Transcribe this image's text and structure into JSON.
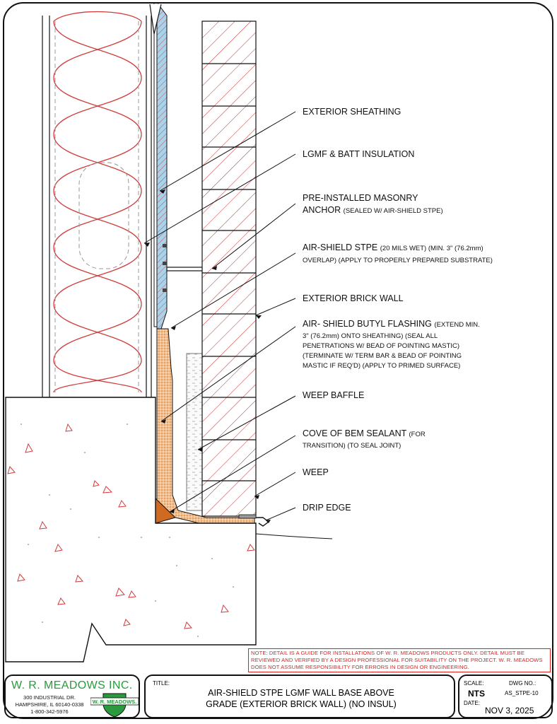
{
  "labels": {
    "exterior_sheathing": "EXTERIOR SHEATHING",
    "lgmf_batt": "LGMF & BATT INSULATION",
    "masonry_anchor_1": "PRE-INSTALLED MASONRY",
    "masonry_anchor_2": "ANCHOR",
    "masonry_anchor_note": "(SEALED W/ AIR-SHIELD STPE)",
    "stpe_1": "AIR-SHIELD STPE",
    "stpe_1_note": "(20 MILS WET) (MIN. 3\" (76.2mm)",
    "stpe_2": "OVERLAP) (APPLY TO PROPERLY PREPARED SUBSTRATE)",
    "brick_wall": "EXTERIOR BRICK WALL",
    "butyl_1": "AIR- SHIELD BUTYL FLASHING",
    "butyl_1_note": "(EXTEND MIN.",
    "butyl_2": "3\" (76.2mm) ONTO SHEATHING) (SEAL ALL",
    "butyl_3": "PENETRATIONS W/ BEAD OF POINTING MASTIC)",
    "butyl_4": "(TERMINATE W/ TERM BAR & BEAD OF POINTING",
    "butyl_5": "MASTIC IF REQ'D) (APPLY TO PRIMED SURFACE)",
    "weep_baffle": "WEEP BAFFLE",
    "cove_1": "COVE OF BEM SEALANT",
    "cove_1_note": "(FOR",
    "cove_2": "TRANSITION) (TO SEAL JOINT)",
    "weep": "WEEP",
    "drip_edge": "DRIP EDGE"
  },
  "note": "NOTE: DETAIL IS A GUIDE FOR INSTALLATIONS OF W. R. MEADOWS PRODUCTS ONLY. DETAIL MUST BE REVIEWED AND VERIFIED BY A DESIGN PROFESSIONAL FOR SUITABILITY ON THE PROJECT. W. R. MEADOWS DOES NOT ASSUME RESPONSIBILITY FOR ERRORS IN DESIGN OR ENGINEERING.",
  "company": {
    "name": "W. R. MEADOWS INC.",
    "address_1": "300 INDUSTRIAL DR.",
    "address_2": "HAMPSHIRE, IL 60140-0338",
    "phone": "1-800-342-5976",
    "logo_text": "W. R. MEADOWS."
  },
  "title_block": {
    "title_label": "TITLE:",
    "title_line_1": "AIR-SHIELD STPE LGMF WALL BASE ABOVE",
    "title_line_2": "GRADE (EXTERIOR BRICK WALL) (NO INSUL)",
    "scale_label": "SCALE:",
    "scale_value": "NTS",
    "dwg_label": "DWG NO.:",
    "dwg_value": "AS_STPE-10",
    "date_label": "DATE:",
    "date_value": "NOV 3, 2025"
  },
  "colors": {
    "brand_green": "#2a9a3c",
    "insulation_red": "#d33b3b",
    "membrane_blue": "#a9d3ea",
    "flashing_orange": "#e8a060",
    "sealant_orange": "#d06a20",
    "note_red": "#d22222"
  }
}
